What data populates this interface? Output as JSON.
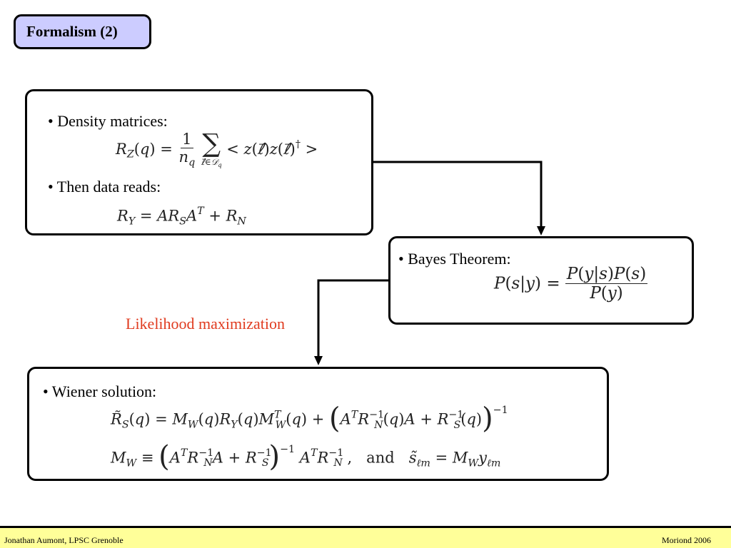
{
  "slide": {
    "title": "Formalism (2)"
  },
  "box1": {
    "bullet1": "• Density matrices:",
    "bullet2": "• Then data reads:"
  },
  "box2": {
    "bullet": "• Bayes Theorem:"
  },
  "box3": {
    "bullet": "• Wiener solution:"
  },
  "arrow_label": "Likelihood maximization",
  "footer": {
    "left": "Jonathan Aumont, LPSC Grenoble",
    "right": "Moriond 2006"
  },
  "colors": {
    "title_bg": "#ccccff",
    "footer_bg": "#ffff99",
    "label_red": "#e03b1f"
  }
}
